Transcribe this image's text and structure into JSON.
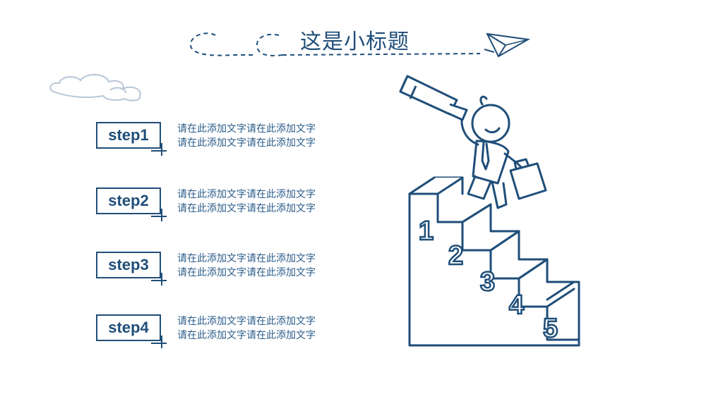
{
  "header": {
    "title": "这是小标题"
  },
  "steps": [
    {
      "label": "step1",
      "line1": "请在此添加文字请在此添加文字",
      "line2": "请在此添加文字请在此添加文字"
    },
    {
      "label": "step2",
      "line1": "请在此添加文字请在此添加文字",
      "line2": "请在此添加文字请在此添加文字"
    },
    {
      "label": "step3",
      "line1": "请在此添加文字请在此添加文字",
      "line2": "请在此添加文字请在此添加文字"
    },
    {
      "label": "step4",
      "line1": "请在此添加文字请在此添加文字",
      "line2": "请在此添加文字请在此添加文字"
    }
  ],
  "illustration": {
    "stair_numbers": [
      "1",
      "2",
      "3",
      "4",
      "5"
    ]
  },
  "colors": {
    "primary": "#1f4e79",
    "cloud": "#b7c6d6"
  },
  "icons": [
    "paper-plane-icon",
    "cloud-icon",
    "telescope-icon",
    "briefcase-icon"
  ]
}
